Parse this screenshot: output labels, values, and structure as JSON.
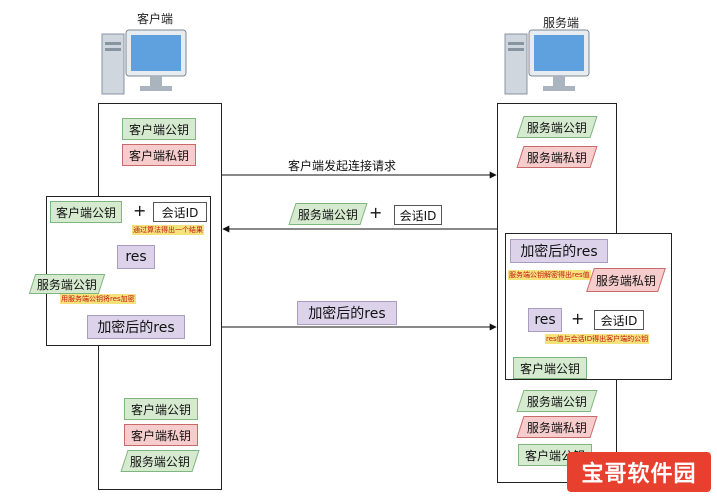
{
  "client": {
    "title": "客户端",
    "pc_icon": "desktop-computer-icon",
    "public_key": "客户端公钥",
    "private_key": "客户端私钥"
  },
  "server": {
    "title": "服务端",
    "pc_icon": "desktop-computer-icon",
    "public_key": "服务端公钥",
    "private_key": "服务端私钥"
  },
  "messages": {
    "connect_request": "客户端发起连接请求",
    "server_reply_key": "服务端公钥",
    "server_reply_session": "会话ID",
    "encrypted_res": "加密后的res",
    "plus": "+"
  },
  "client_process": {
    "public_key": "客户端公钥",
    "session_id": "会话ID",
    "note_algo": "通过算法得出一个结果",
    "res": "res",
    "server_key": "服务端公钥",
    "note_encrypt": "用服务端公钥将res加密",
    "encrypted": "加密后的res"
  },
  "server_process": {
    "encrypted": "加密后的res",
    "note_decrypt": "服务端公钥解密得出res值",
    "private_key": "服务端私钥",
    "res": "res",
    "session_id": "会话ID",
    "note_derive": "res值与会话ID得出客户端的公钥",
    "client_key": "客户端公钥"
  },
  "client_bottom": {
    "public_key": "客户端公钥",
    "private_key": "客户端私钥",
    "server_key": "服务端公钥"
  },
  "server_bottom": {
    "public_key": "服务端公钥",
    "private_key": "服务端私钥",
    "client_key": "客户端公钥"
  },
  "watermark": "宝哥软件园"
}
